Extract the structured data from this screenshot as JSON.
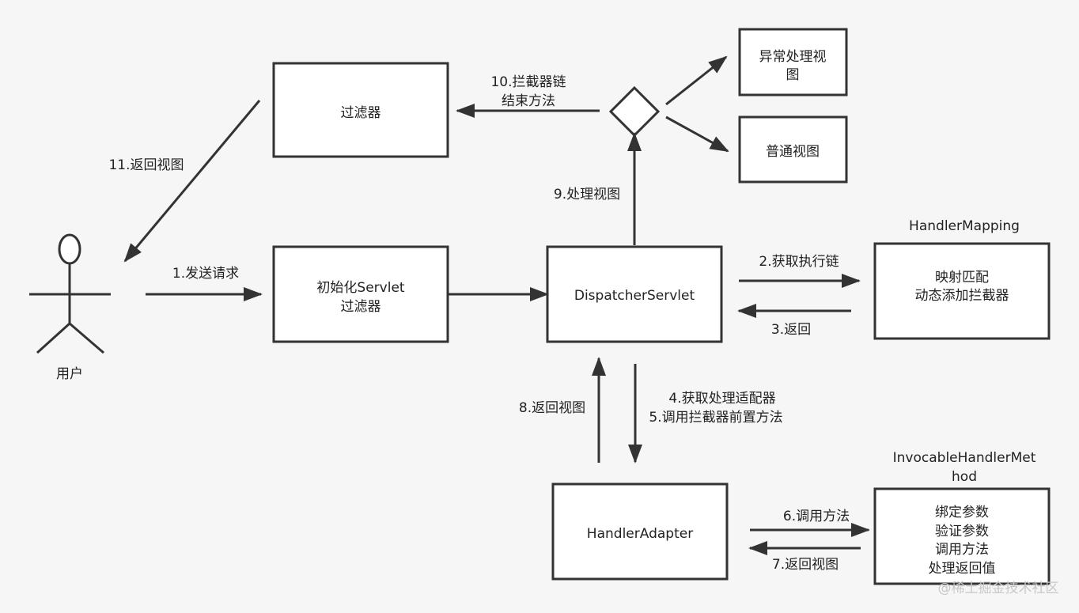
{
  "nodes": {
    "user": "用户",
    "filter": "过滤器",
    "init": [
      "初始化Servlet",
      "过滤器"
    ],
    "dispatcher": "DispatcherServlet",
    "handler_mapping": {
      "title": "HandlerMapping",
      "lines": [
        "映射匹配",
        "动态添加拦截器"
      ]
    },
    "handler_adapter": "HandlerAdapter",
    "invocable": {
      "title": [
        "InvocableHandlerMet",
        "hod"
      ],
      "lines": [
        "绑定参数",
        "验证参数",
        "调用方法",
        "处理返回值"
      ]
    },
    "exception_view": [
      "异常处理视",
      "图"
    ],
    "normal_view": "普通视图"
  },
  "edges": {
    "e1": "1.发送请求",
    "e2": "2.获取执行链",
    "e3": "3.返回",
    "e45": [
      "4.获取处理适配器",
      "5.调用拦截器前置方法"
    ],
    "e6": "6.调用方法",
    "e7": "7.返回视图",
    "e8": "8.返回视图",
    "e9": "9.处理视图",
    "e10": [
      "10.拦截器链",
      "结束方法"
    ],
    "e11": "11.返回视图"
  },
  "watermark": "@稀土掘金技术社区"
}
